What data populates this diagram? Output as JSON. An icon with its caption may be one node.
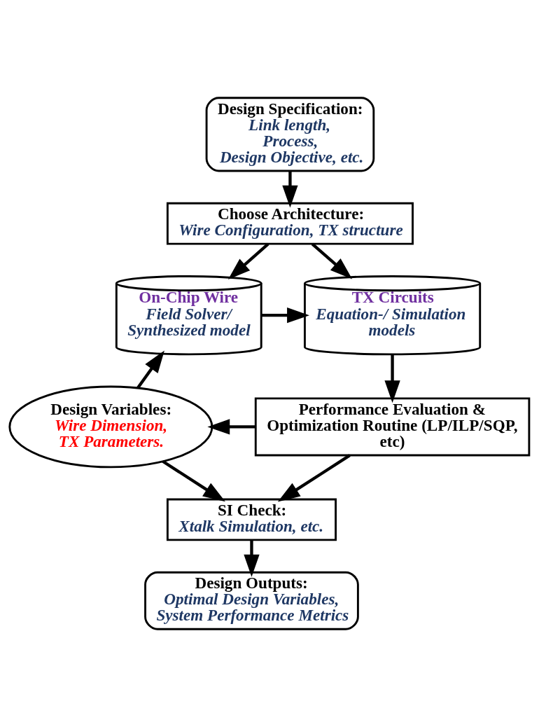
{
  "diagram": {
    "nodes": [
      {
        "text": [
          "Design Specification:",
          "Link length, Process, Design Objective, etc."
        ]
      },
      {
        "text": [
          "Choose Architecture:",
          "Wire Configuration, TX structure"
        ]
      },
      {
        "text": [
          "On-Chip Wire",
          "Field Solver/ Synthesized model"
        ]
      },
      {
        "text": [
          "TX Circuits",
          "Equation-/ Simulation models"
        ]
      },
      {
        "text": [
          "Design Variables:",
          "Wire Dimension, TX Parameters."
        ]
      },
      {
        "text": [
          "Performance Evaluation & Optimization Routine (LP/ILP/SQP, etc)"
        ]
      },
      {
        "text": [
          "SI Check:",
          "Xtalk Simulation, etc."
        ]
      },
      {
        "text": [
          "Design Outputs:",
          "Optimal Design Variables, System Performance Metrics"
        ]
      }
    ],
    "edges": [
      {
        "from": 0,
        "to": 1,
        "arrow": "to"
      },
      {
        "from": 1,
        "to": 2,
        "arrow": "to"
      },
      {
        "from": 1,
        "to": 3,
        "arrow": "to"
      },
      {
        "from": 2,
        "to": 3,
        "arrow": "to"
      },
      {
        "from": 3,
        "to": 5,
        "arrow": "to"
      },
      {
        "from": 5,
        "to": 4,
        "arrow": "to"
      },
      {
        "from": 4,
        "to": 2,
        "arrow": "to"
      },
      {
        "from": 4,
        "to": 6,
        "arrow": "to"
      },
      {
        "from": 5,
        "to": 6,
        "arrow": "to"
      },
      {
        "from": 6,
        "to": 7,
        "arrow": "to"
      }
    ]
  }
}
